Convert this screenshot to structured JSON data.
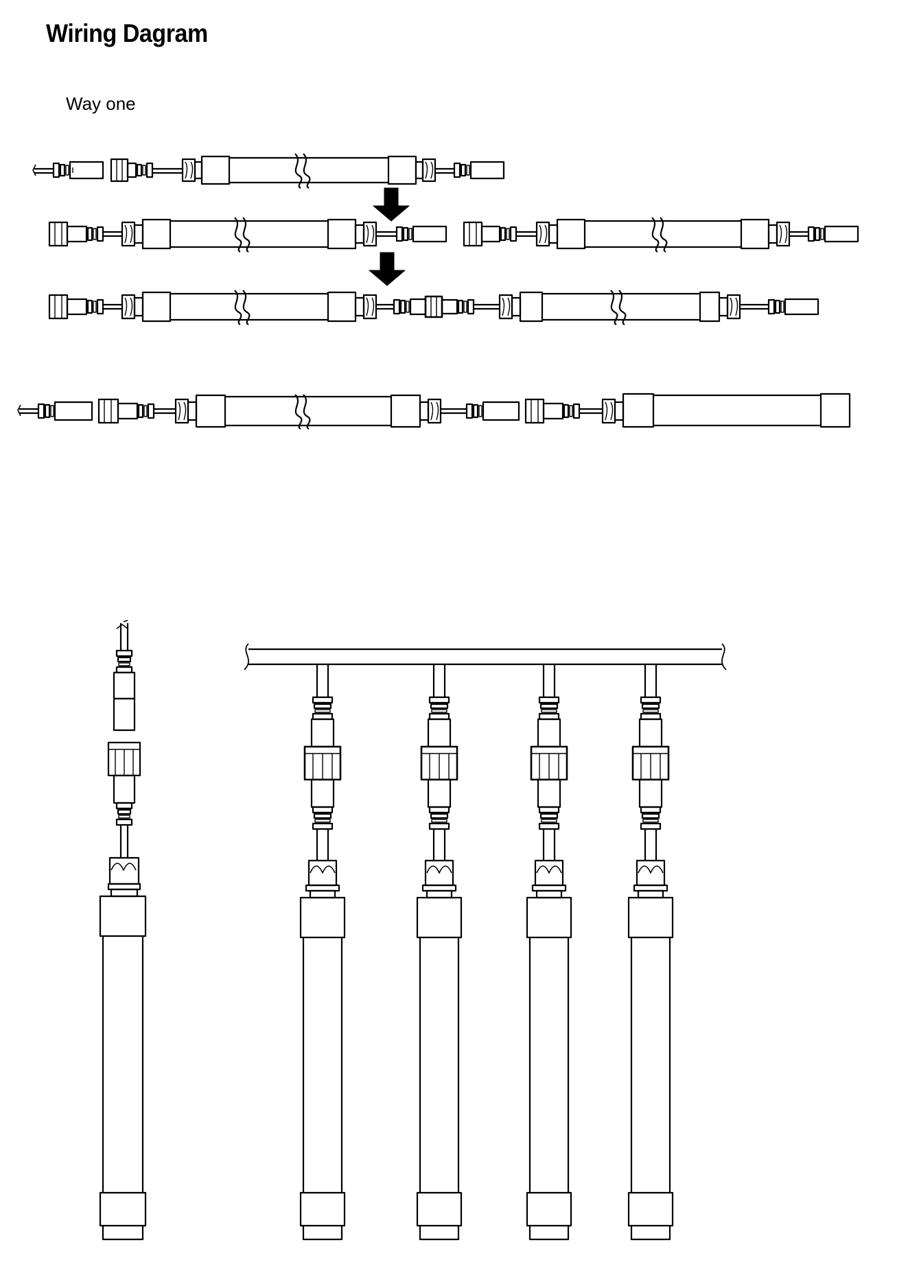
{
  "title": "Wiring Dagram",
  "section_label": "Way one",
  "colors": {
    "line": "#000000",
    "background": "#ffffff"
  },
  "parts": [
    "led-strip",
    "wire-lead",
    "male-connector",
    "female-connector",
    "end-cap",
    "arrow",
    "main-cable"
  ]
}
